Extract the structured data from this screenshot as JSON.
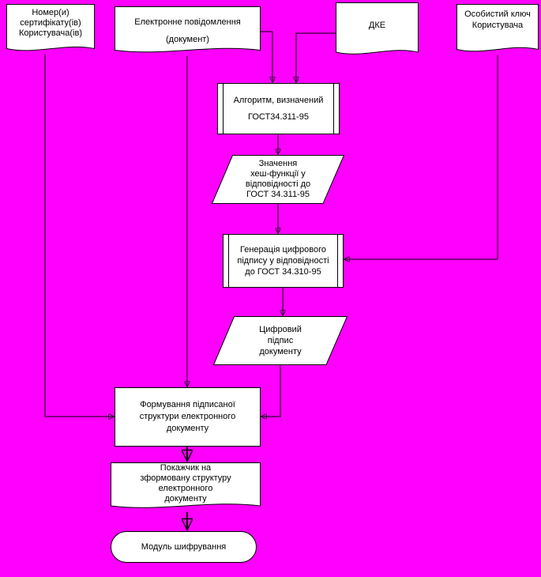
{
  "colors": {
    "background": "#FF00FF",
    "node_fill": "#FFFFFF",
    "line": "#000000",
    "text": "#000000"
  },
  "nodes": {
    "cert_numbers": {
      "label": "Номер(и)\nсертифікату(ів)\nКористувача(ів)"
    },
    "email_message": {
      "label": "Електронне повідомлення\n(документ)"
    },
    "dke": {
      "label": "ДКЕ"
    },
    "private_key": {
      "label": "Особистий ключ\nКористувача"
    },
    "hash_algorithm": {
      "label": "Алгоритм, визначений\nГОСТ34.311-95"
    },
    "hash_value": {
      "label": "Значення\nхеш-функції у\nвідповідності до\nГОСТ 34.311-95"
    },
    "signature_generation": {
      "label": "Генерація цифрового\nпідпису у відповідності\nдо ГОСТ 34.310-95"
    },
    "digital_signature": {
      "label": "Цифровий\nпідпис\nдокументу"
    },
    "signed_structure": {
      "label": "Формування підписаної\nструктури електронного\nдокументу"
    },
    "structure_pointer": {
      "label": "Покажчик на\nзформовану структуру\nелектронного\nдокументу"
    },
    "encryption_module": {
      "label": "Модуль шифрування"
    }
  }
}
